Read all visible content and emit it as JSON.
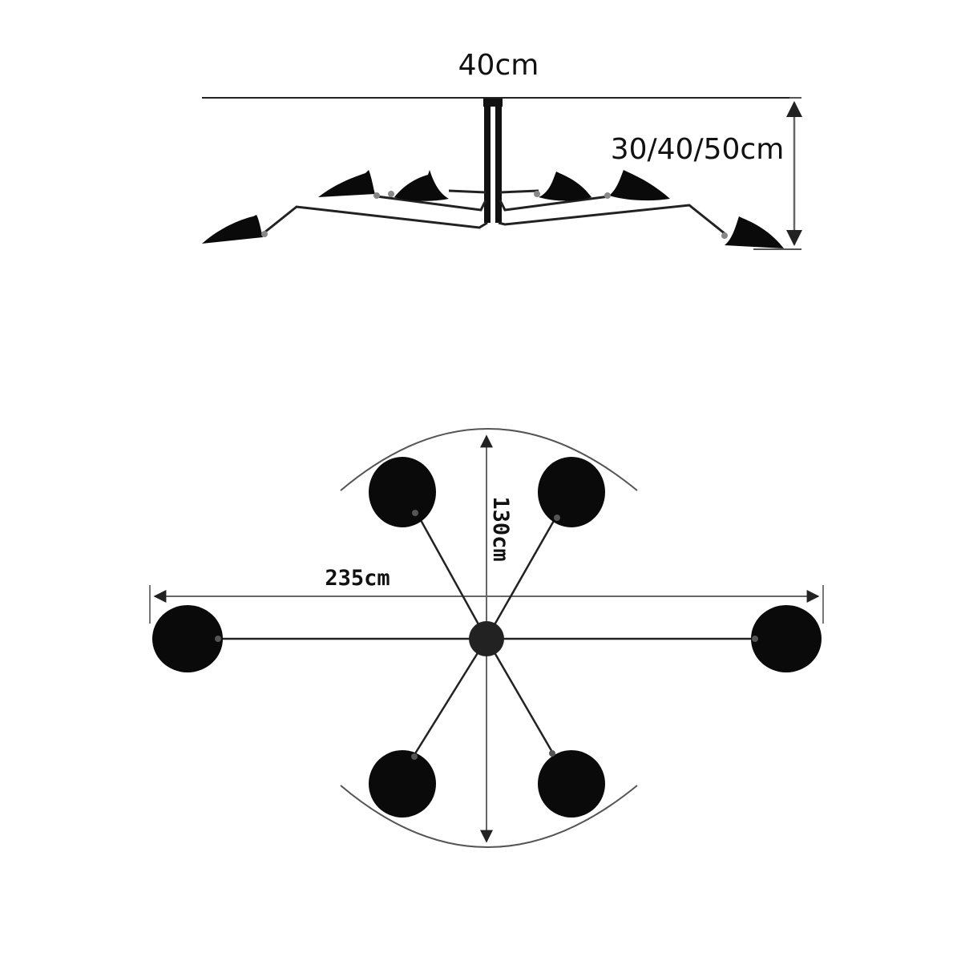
{
  "dimensions": {
    "width_label": "40cm",
    "height_label": "30/40/50cm",
    "span_label": "235cm",
    "depth_label": "130cm"
  },
  "colors": {
    "ink": "#0a0a0a",
    "line": "#333333",
    "guide": "#777777"
  }
}
